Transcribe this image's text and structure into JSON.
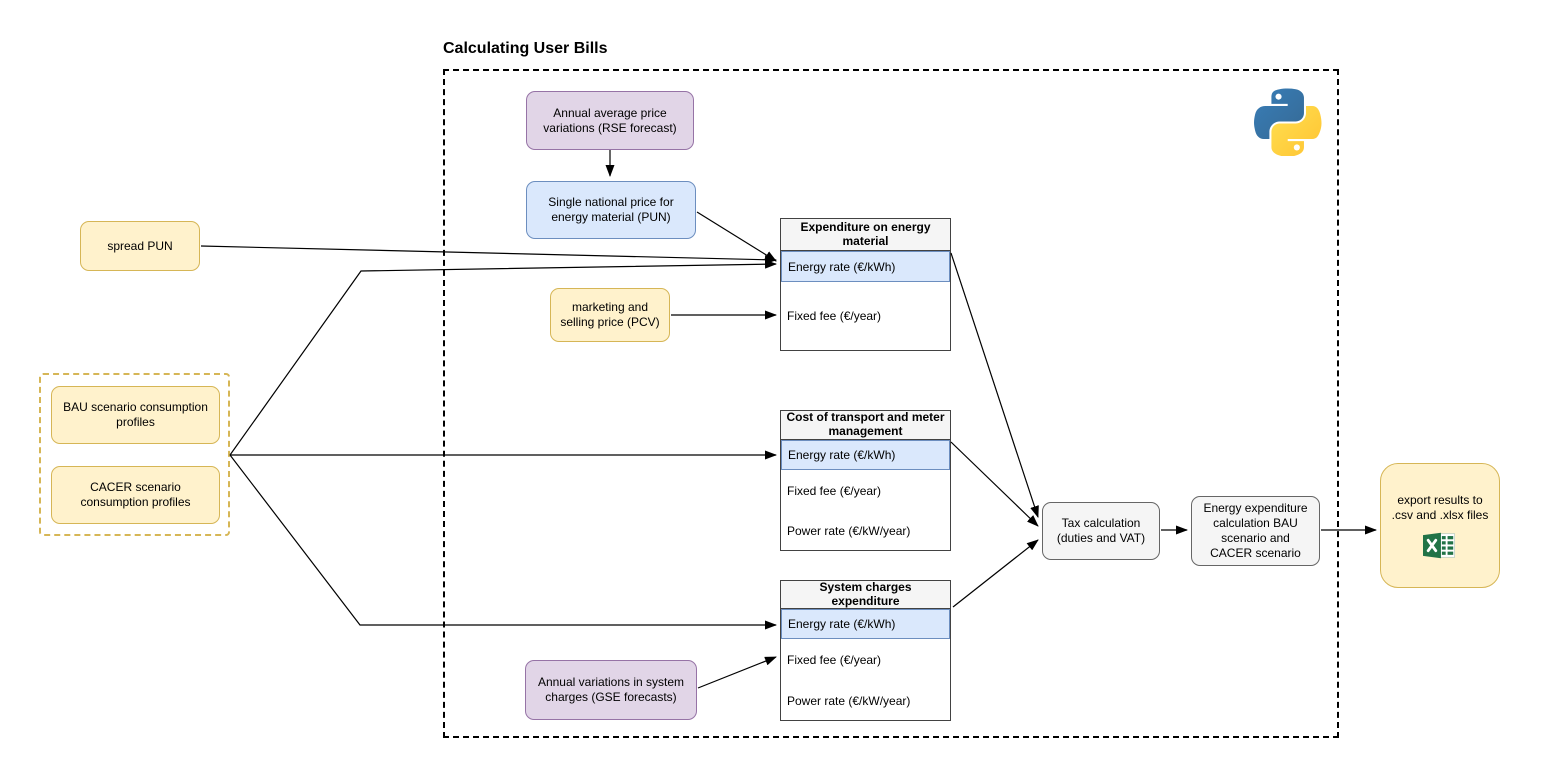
{
  "title": "Calculating User Bills",
  "nodes": {
    "annual_price_variations": "Annual average price variations (RSE forecast)",
    "single_national_price": "Single national price for energy material (PUN)",
    "spread_pun": "spread PUN",
    "marketing_selling_price": "marketing and selling price (PCV)",
    "bau_profiles": "BAU scenario consumption profiles",
    "cacer_profiles": "CACER scenario consumption profiles",
    "system_charges_variations": "Annual variations in system charges (GSE forecasts)",
    "tax_calculation": "Tax calculation (duties and VAT)",
    "energy_expenditure_calc": "Energy expenditure calculation BAU scenario and CACER scenario",
    "export_results": "export results to .csv and .xlsx files"
  },
  "tables": [
    {
      "header": "Expenditure on energy material",
      "rows": [
        {
          "label": "Energy rate (€/kWh)",
          "highlight": true
        },
        {
          "label": "Fixed fee (€/year)",
          "highlight": false
        }
      ]
    },
    {
      "header": "Cost of transport and meter management",
      "rows": [
        {
          "label": "Energy rate (€/kWh)",
          "highlight": true
        },
        {
          "label": "Fixed fee (€/year)",
          "highlight": false
        },
        {
          "label": "Power rate (€/kW/year)",
          "highlight": false
        }
      ]
    },
    {
      "header": "System charges expenditure",
      "rows": [
        {
          "label": "Energy rate (€/kWh)",
          "highlight": true
        },
        {
          "label": "Fixed fee (€/year)",
          "highlight": false
        },
        {
          "label": "Power rate (€/kW/year)",
          "highlight": false
        }
      ]
    }
  ],
  "icons": {
    "python": "python-logo",
    "excel": "excel-icon"
  },
  "edges": [
    {
      "from": "annual_price_variations",
      "to": "single_national_price"
    },
    {
      "from": "single_national_price",
      "to": "expenditure_energy_material.energy_rate"
    },
    {
      "from": "spread_pun",
      "to": "expenditure_energy_material.energy_rate"
    },
    {
      "from": "consumption_profiles_group",
      "to": "expenditure_energy_material.energy_rate"
    },
    {
      "from": "consumption_profiles_group",
      "to": "transport_meter.energy_rate"
    },
    {
      "from": "consumption_profiles_group",
      "to": "system_charges.energy_rate"
    },
    {
      "from": "marketing_selling_price",
      "to": "expenditure_energy_material.fixed_fee"
    },
    {
      "from": "system_charges_variations",
      "to": "system_charges.fixed_fee"
    },
    {
      "from": "expenditure_energy_material",
      "to": "tax_calculation"
    },
    {
      "from": "transport_meter",
      "to": "tax_calculation"
    },
    {
      "from": "system_charges",
      "to": "tax_calculation"
    },
    {
      "from": "tax_calculation",
      "to": "energy_expenditure_calc"
    },
    {
      "from": "energy_expenditure_calc",
      "to": "export_results"
    }
  ],
  "colors": {
    "yellow_fill": "#FFF2CC",
    "yellow_stroke": "#D6B656",
    "purple_fill": "#E1D5E7",
    "purple_stroke": "#9673A6",
    "blue_fill": "#DAE8FC",
    "blue_stroke": "#6C8EBF",
    "gray_fill": "#F5F5F5",
    "gray_stroke": "#666666",
    "highlight_row_fill": "#DAE8FC",
    "highlight_row_stroke": "#6C8EBF",
    "excel_green": "#217346",
    "python_blue": "#387EB8",
    "python_yellow": "#FFD43B",
    "connector": "#000000"
  }
}
